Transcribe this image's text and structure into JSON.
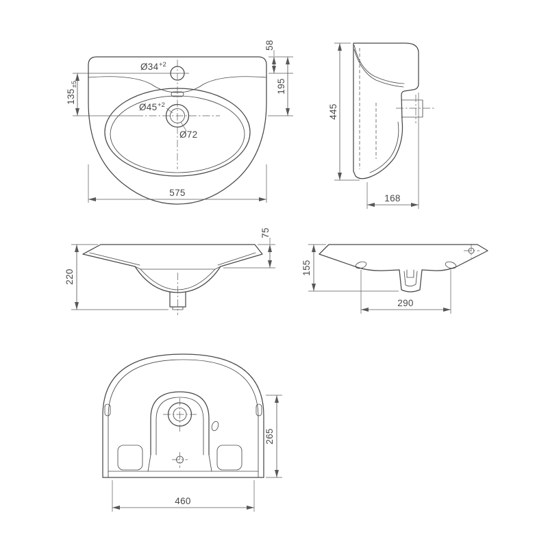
{
  "colors": {
    "line": "#474747",
    "background": "#ffffff"
  },
  "views": {
    "plan": {
      "tap_hole_diameter": "Ø34",
      "tap_hole_tolerance": "+2",
      "tap_to_drain": "135",
      "tap_to_drain_tolerance": "±5",
      "drain_diameter": "Ø45",
      "drain_tolerance": "+2",
      "drain_outer_diameter": "Ø72",
      "overall_width": "575",
      "edge_to_tap": "58",
      "edge_to_drain": "195"
    },
    "side": {
      "overall_height": "445",
      "shroud_depth": "168"
    },
    "front": {
      "overall_height": "220",
      "rim_height": "75"
    },
    "underside": {
      "bracket_height": "155",
      "holes_span": "290"
    },
    "bottom": {
      "lower_height": "265",
      "base_width": "460"
    }
  }
}
